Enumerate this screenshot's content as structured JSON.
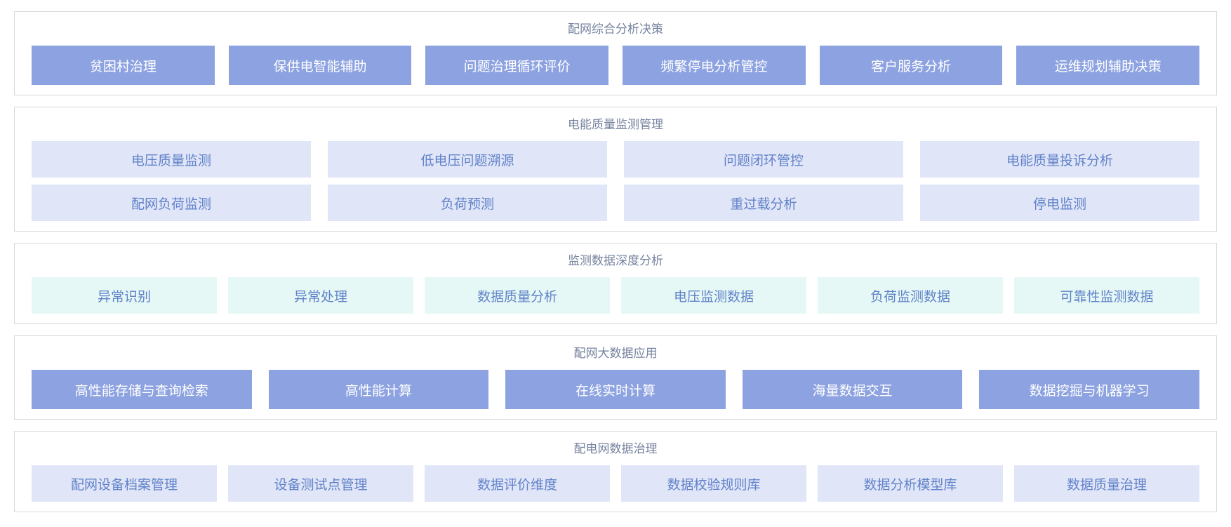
{
  "colors": {
    "panel_border": "#d9d9d9",
    "title_text": "#75829e",
    "solid_button_bg": "#8da2e0",
    "solid_button_text": "#ffffff",
    "lavender_button_bg": "#e1e5f8",
    "mint_button_bg": "#e6f8f6",
    "light_button_text": "#5f82c8"
  },
  "sections": [
    {
      "title": "配网综合分析决策",
      "style": "solid",
      "rows": [
        [
          "贫困村治理",
          "保供电智能辅助",
          "问题治理循环评价",
          "频繁停电分析管控",
          "客户服务分析",
          "运维规划辅助决策"
        ]
      ]
    },
    {
      "title": "电能质量监测管理",
      "style": "lavender",
      "rows": [
        [
          "电压质量监测",
          "低电压问题溯源",
          "问题闭环管控",
          "电能质量投诉分析"
        ],
        [
          "配网负荷监测",
          "负荷预测",
          "重过载分析",
          "停电监测"
        ]
      ]
    },
    {
      "title": "监测数据深度分析",
      "style": "mint",
      "rows": [
        [
          "异常识别",
          "异常处理",
          "数据质量分析",
          "电压监测数据",
          "负荷监测数据",
          "可靠性监测数据"
        ]
      ]
    },
    {
      "title": "配网大数据应用",
      "style": "solid",
      "rows": [
        [
          "高性能存储与查询检索",
          "高性能计算",
          "在线实时计算",
          "海量数据交互",
          "数据挖掘与机器学习"
        ]
      ]
    },
    {
      "title": "配电网数据治理",
      "style": "lavender",
      "rows": [
        [
          "配网设备档案管理",
          "设备测试点管理",
          "数据评价维度",
          "数据校验规则库",
          "数据分析模型库",
          "数据质量治理"
        ]
      ]
    }
  ]
}
